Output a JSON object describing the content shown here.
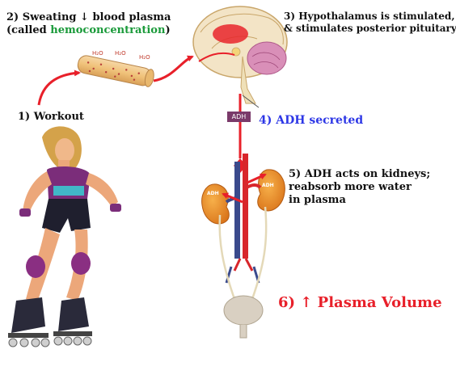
{
  "steps": {
    "workout": "1) Workout",
    "sweating_line1_prefix": "2) Sweating",
    "sweating_line1_suffix": "blood plasma",
    "sweating_line2_prefix": "(called ",
    "sweating_line2_highlight": "hemoconcentration",
    "sweating_line2_suffix": ")",
    "hypothalamus_line1": "3) Hypothalamus is stimulated,",
    "hypothalamus_line2": "& stimulates posterior pituitary",
    "adh_secreted": "4) ADH secreted",
    "kidneys_line1": "5) ADH acts on kidneys;",
    "kidneys_line2": "reabsorb more water",
    "kidneys_line3": "in plasma",
    "plasma_volume": "6) ↑ Plasma Volume"
  },
  "labels": {
    "h2o": "H₂O",
    "adh": "ADH"
  },
  "arrows": {
    "down_arrow": "↓"
  },
  "colors": {
    "arrow_red": "#e8202a",
    "hemo_green": "#1a9a3a",
    "adh_blue": "#2d37e6",
    "kidney_orange": "#e8891c",
    "vessel_blue": "#3a4a8c",
    "vessel_red": "#d8262b",
    "adh_badge": "#7a3a6a"
  },
  "icons": [
    "brain-illustration",
    "blood-vessel-illustration",
    "kidney-illustration",
    "bladder-illustration",
    "skater-illustration"
  ]
}
